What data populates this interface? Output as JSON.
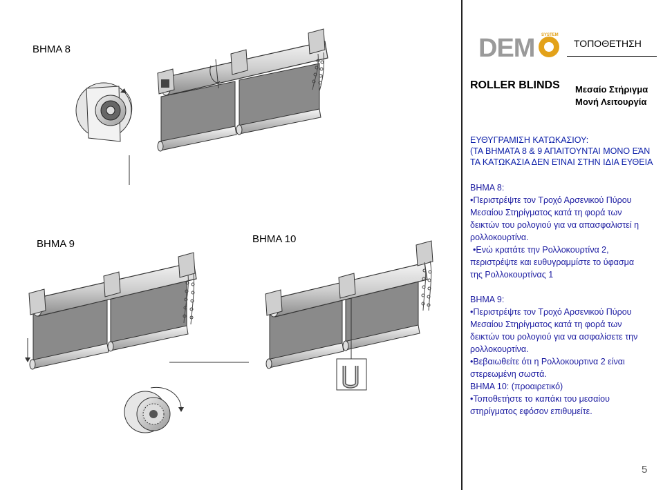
{
  "steps": {
    "step8": "ΒΗΜΑ 8",
    "step9": "ΒΗΜΑ 9",
    "step10": "ΒΗΜΑ 10"
  },
  "header": {
    "logo_text": "DEMO",
    "logo_tag": "SYSTEM",
    "title": "ΤΟΠΟΘΕΤΗΣΗ",
    "product": "ROLLER BLINDS",
    "bracket_line1": "Μεσαίο Στήριγμα",
    "bracket_line2": "Μονή Λειτουργία"
  },
  "alignment": {
    "line1": "ΕΥΘΥΓΡΑΜΙΣΗ ΚΑΤΩΚΑΣΙΟΥ:",
    "line2": "(ΤΑ ΒΗΜΑΤΑ 8 & 9 ΑΠΑΙΤΟΥΝΤΑΙ ΜΟΝΟ ΕΆΝ",
    "line3": "ΤΑ ΚΑΤΩΚΑΣΙΑ ΔΕΝ ΕΊΝΑΙ ΣΤΗΝ ΙΔΙΑ ΕΥΘΕΙΑ"
  },
  "instructions": {
    "s8_head": "ΒΗΜΑ 8:",
    "s8_l1": "•Περιστρέψτε τον Τροχό Αρσενικού Πύρου",
    "s8_l2": "Μεσαίου Στηρίγματος κατά τη φορά των",
    "s8_l3": "δεικτών του ρολογιού για να απασφαλιστεί η",
    "s8_l4": "ρολλοκουρτίνα.",
    "s8_l5": "•Ενώ κρατάτε την Ρολλοκουρτίνα 2,",
    "s8_l6": "περιστρέψτε και ευθυγραμμίστε το ύφασμα",
    "s8_l7": "της Ρολλοκουρτίνας 1",
    "s9_head": "ΒΗΜΑ 9:",
    "s9_l1": "•Περιστρέψτε τον Τροχό Αρσενικού Πύρου",
    "s9_l2": "Μεσαίου Στηρίγματος κατά τη φορά των",
    "s9_l3": "δεικτών του ρολογιού για να ασφαλίσετε την",
    "s9_l4": "ρολλοκουρτίνα.",
    "s9_l5": "•Βεβαιωθείτε ότι η Ρολλοκουρτινα 2 είναι",
    "s9_l6": "στερεωμένη σωστά.",
    "s10_head": "ΒΗΜΑ 10: (προαιρετικό)",
    "s10_l1": "•Τοποθετήστε το καπάκι του μεσαίου",
    "s10_l2": "στηρίγματος εφόσον επιθυμείτε."
  },
  "page_number": "5",
  "colors": {
    "text_blue": "#1a1aa0",
    "heading_blue": "#0b1ea8",
    "fabric_grey": "#8a8a8a",
    "logo_grey": "#9a9a9a",
    "logo_gold": "#e3a21a"
  }
}
